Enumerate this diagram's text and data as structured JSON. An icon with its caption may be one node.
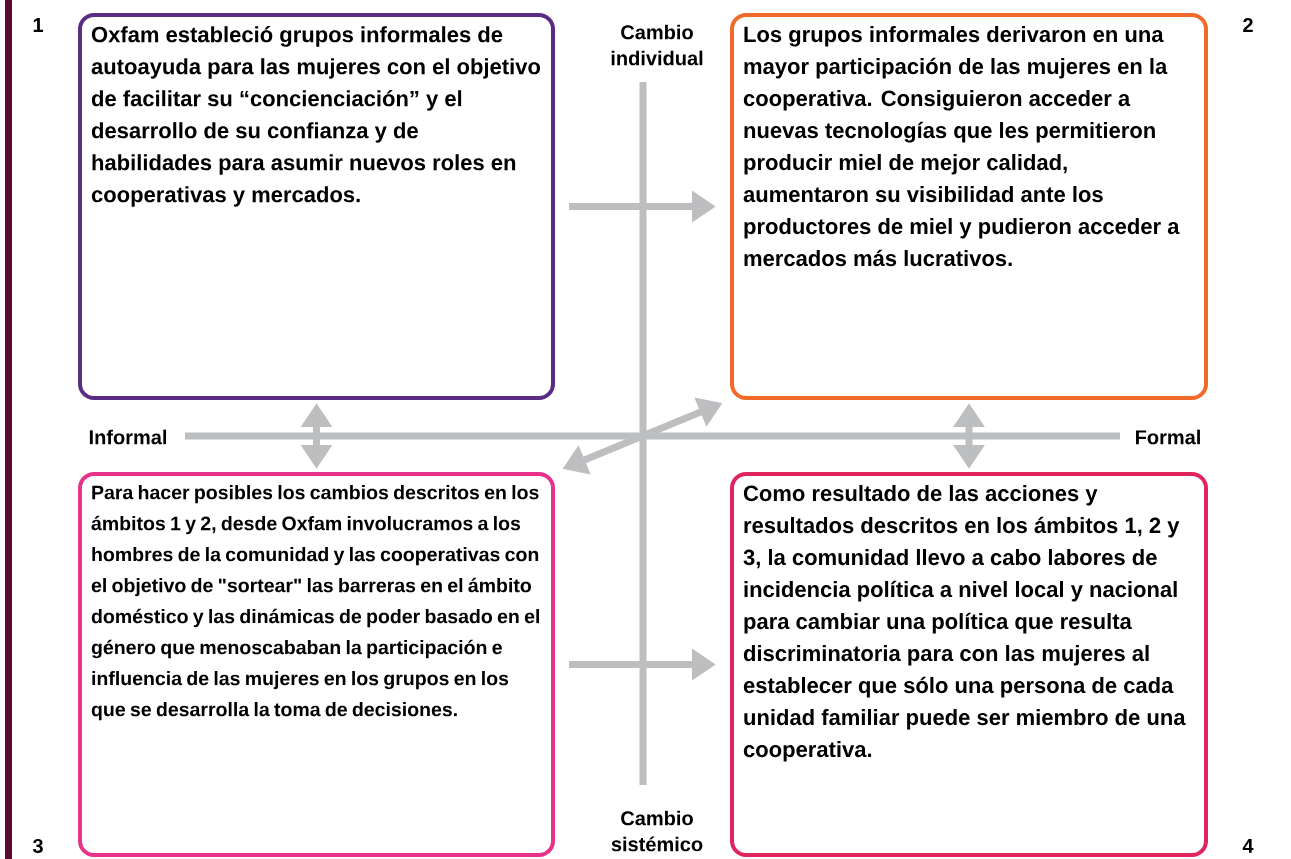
{
  "diagram": {
    "nodes": [
      {
        "text": [
          "Oxfam estableció grupos informales de autoayuda para las mujeres con el objetivo de facilitar su “concienciación” y el desarrollo de su confianza y de habilidades para asumir nuevos roles en cooperativas y mercados."
        ]
      },
      {
        "text": [
          "Los grupos informales derivaron en una mayor participación de las mujeres en la cooperativa. Consiguieron acceder a nuevas tecnologías que les permitieron producir miel de mejor calidad, aumentaron su visibilidad ante los productores de miel y pudieron acceder a mercados más lucrativos."
        ]
      },
      {
        "text": [
          "Para hacer posibles los cambios descritos en los ámbitos 1 y 2, desde Oxfam involucramos a los hombres de la comunidad y las cooperativas con el objetivo de \"sortear\" las barreras en el ámbito doméstico y las dinámicas de poder basado en el género que menoscababan la participación e influencia de las mujeres en los grupos en los que se desarrolla la toma de decisiones."
        ]
      },
      {
        "text": [
          "Como resultado de las acciones y resultados descritos en los ámbitos 1, 2 y 3, la comunidad llevo a cabo labores de incidencia política a nivel local y nacional para cambiar una política que resulta discriminatoria para con las mujeres al establecer que sólo una persona de cada unidad familiar puede ser miembro de una cooperativa."
        ]
      }
    ],
    "edges": [
      {
        "from": 0,
        "to": 1,
        "arrow": "to"
      },
      {
        "from": 0,
        "to": 2,
        "arrow": "both"
      },
      {
        "from": 1,
        "to": 3,
        "arrow": "both"
      },
      {
        "from": 2,
        "to": 1,
        "arrow": "both"
      },
      {
        "from": 2,
        "to": 3,
        "arrow": "to"
      }
    ],
    "labels": [
      "1",
      "Cambio individual",
      "2",
      "Informal",
      "Formal",
      "3",
      "Cambio sistémico",
      "4"
    ]
  }
}
